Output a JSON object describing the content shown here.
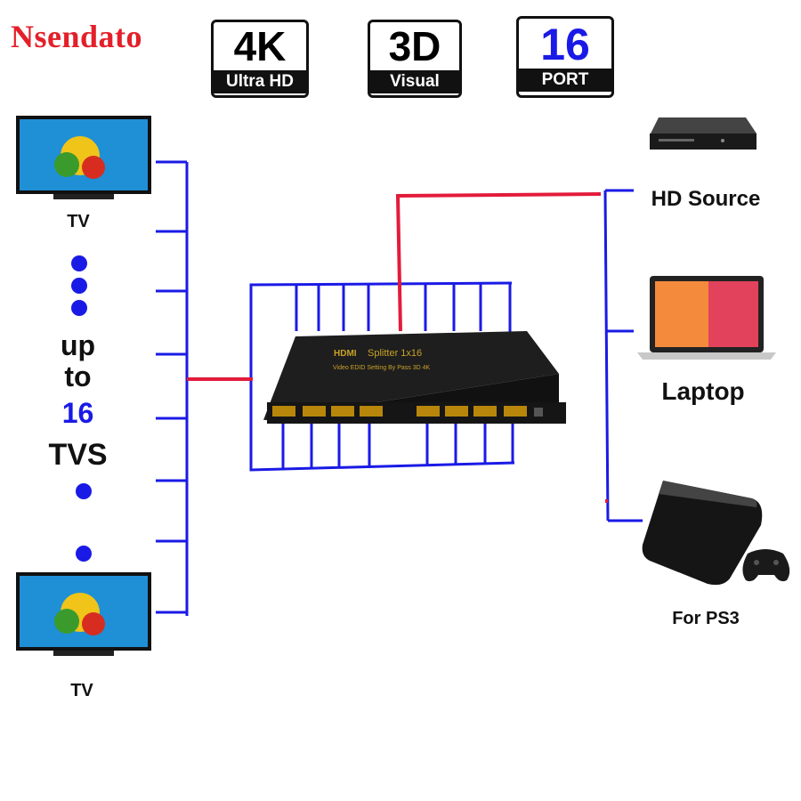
{
  "brand": {
    "name": "Nsendato",
    "color": "#e3202a"
  },
  "badges": [
    {
      "id": "4k",
      "big": "4K",
      "small": "Ultra HD",
      "big_color": "#111111"
    },
    {
      "id": "3d",
      "big": "3D",
      "small": "Visual",
      "big_color": "#111111"
    },
    {
      "id": "16",
      "big": "16",
      "small": "PORT",
      "big_color": "#1a1ae6"
    }
  ],
  "left": {
    "tv_top_label": "TV",
    "tv_bottom_label": "TV",
    "count_text": {
      "line1": "up",
      "line2": "to",
      "number": "16",
      "line4": "TVS"
    }
  },
  "splitter": {
    "brand_text": "HDMI",
    "title": "Splitter 1x16",
    "subtitle": "Video EDID Setting By Pass 3D 4K"
  },
  "sources": {
    "hd_source": "HD Source",
    "laptop": "Laptop",
    "ps3": "For PS3"
  },
  "colors": {
    "output_wire": "#1a1ae6",
    "input_wire": "#e31b3b",
    "device_body": "#1e1e1e"
  },
  "icons": [
    "tv-icon",
    "blu-ray-player-icon",
    "laptop-icon",
    "game-console-icon",
    "gamepad-icon",
    "hdmi-splitter-icon"
  ]
}
